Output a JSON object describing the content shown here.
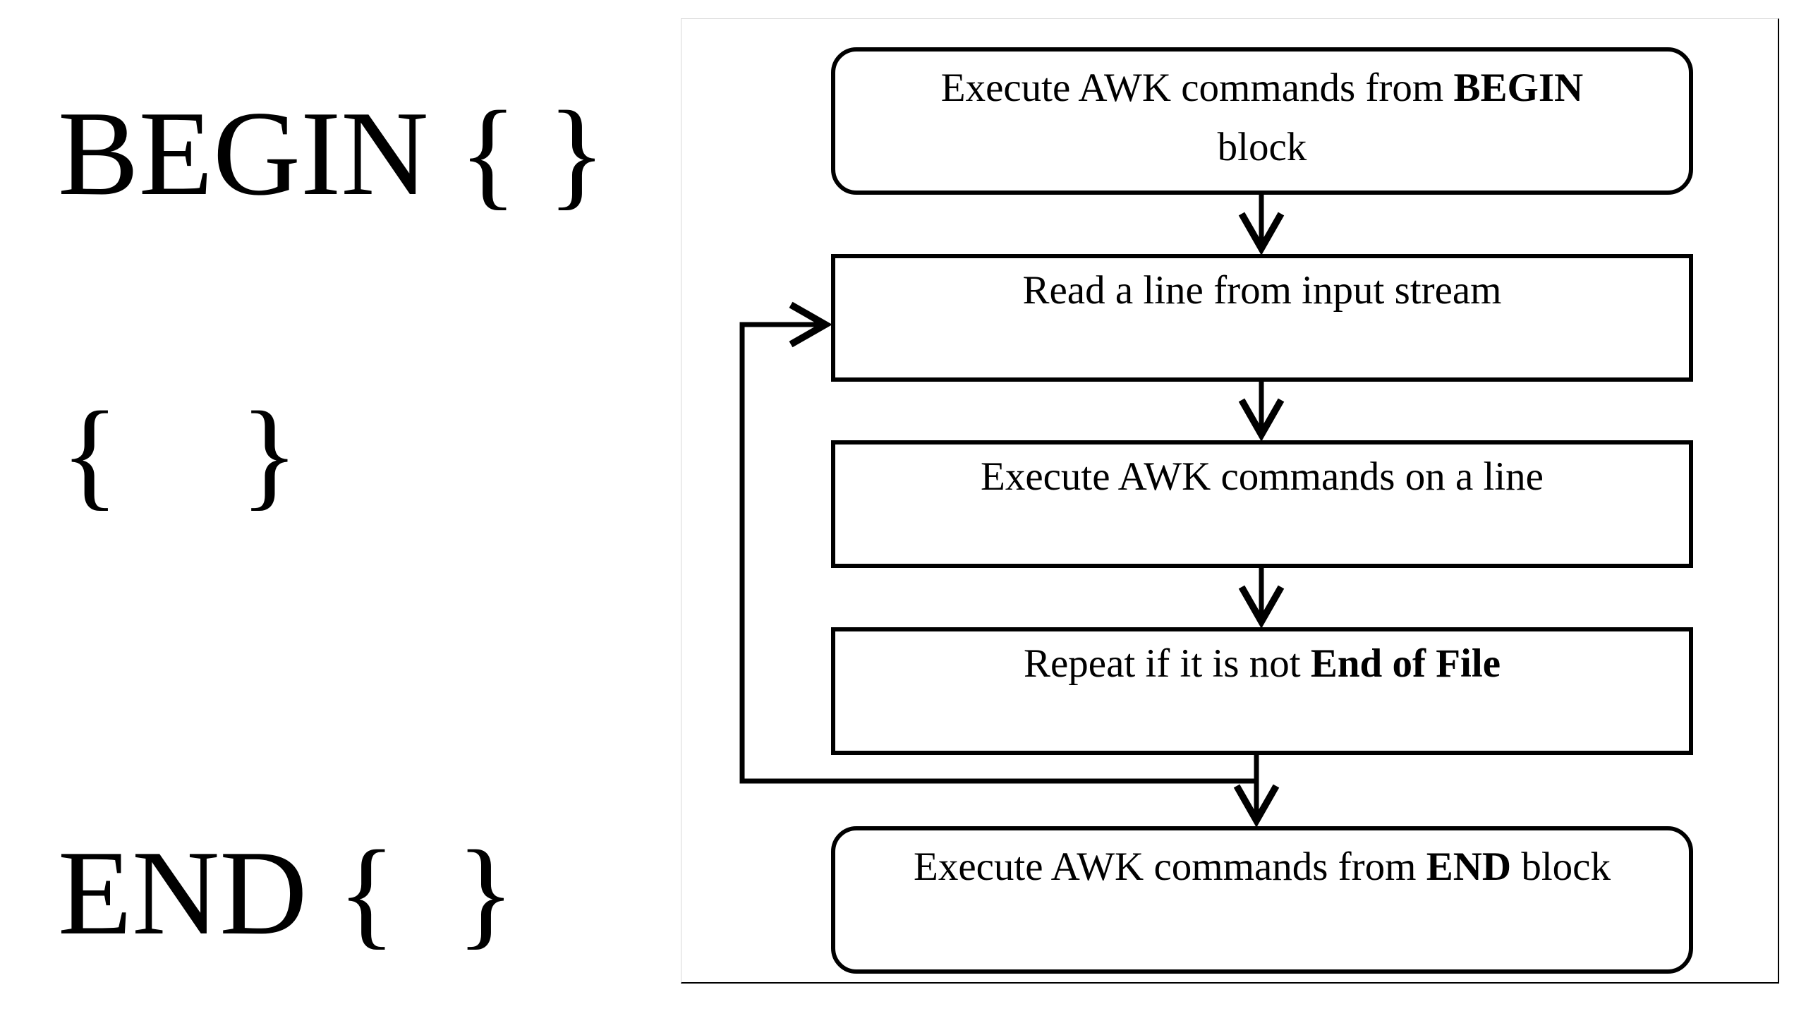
{
  "left_labels": {
    "begin": "BEGIN { }",
    "main": "{    }",
    "end": "END {  }"
  },
  "flowchart": {
    "box_begin": {
      "text_pre": "Execute AWK commands from ",
      "text_bold": "BEGIN",
      "text_post": "block"
    },
    "box_read": {
      "text": "Read a line from input stream"
    },
    "box_exec": {
      "text": "Execute AWK commands on a line"
    },
    "box_repeat": {
      "text_pre": "Repeat if it is not ",
      "text_bold": "End of File"
    },
    "box_end": {
      "text_pre": "Execute AWK commands from ",
      "text_bold": "END",
      "text_post": " block"
    }
  }
}
